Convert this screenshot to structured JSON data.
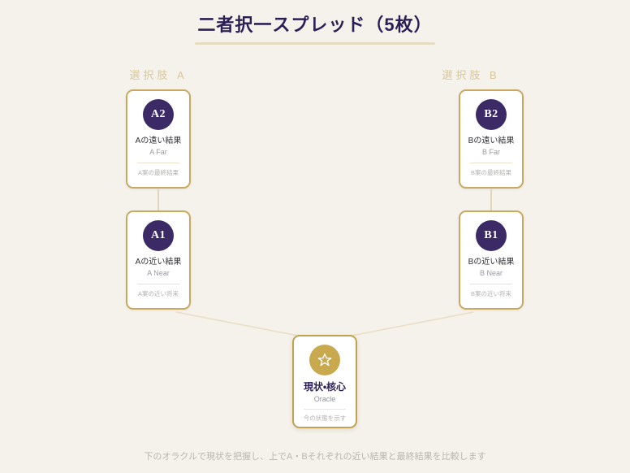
{
  "header": {
    "title": "二者択一スプレッド（5枚）"
  },
  "columns": {
    "a_label": "選択肢 A",
    "b_label": "選択肢 B"
  },
  "cards": {
    "a2": {
      "badge": "A2",
      "title": "Aの遠い結果",
      "subtitle": "A Far",
      "note": "A案の最終結果"
    },
    "a1": {
      "badge": "A1",
      "title": "Aの近い結果",
      "subtitle": "A Near",
      "note": "A案の近い将来"
    },
    "b2": {
      "badge": "B2",
      "title": "Bの遠い結果",
      "subtitle": "B Far",
      "note": "B案の最終結果"
    },
    "b1": {
      "badge": "B1",
      "title": "Bの近い結果",
      "subtitle": "B Near",
      "note": "B案の近い将来"
    },
    "oracle": {
      "badge_icon": "star-icon",
      "title": "現状・核心",
      "subtitle": "Oracle",
      "note": "今の状態を示す"
    }
  },
  "footer": {
    "note": "下のオラクルで現状を把握し、上でA・Bそれぞれの近い結果と最終結果を比較します"
  },
  "colors": {
    "background": "#f5f2ec",
    "card_border": "#c9a961",
    "badge_purple": "#3c2a67",
    "badge_gold": "#c8a94e",
    "title_purple": "#2c1f55",
    "connector": "#e3d7b8",
    "column_label": "#d9c79a"
  }
}
